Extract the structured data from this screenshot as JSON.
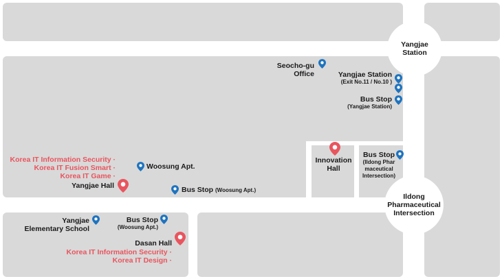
{
  "colors": {
    "block": "#d9d9d9",
    "road": "#ffffff",
    "blue_pin": "#1e73be",
    "red_pin": "#e8555e",
    "red_text": "#e8555e",
    "text": "#1a1a1a"
  },
  "intersections": {
    "yangjae_station": [
      "Yangjae",
      "Station"
    ],
    "ildong": [
      "Ildong",
      "Pharmaceutical",
      "Intersection"
    ]
  },
  "pois": {
    "seocho_office": [
      "Seocho-gu",
      "Office"
    ],
    "yangjae_station_exit": {
      "name": "Yangjae Station",
      "sub": "(Exit No.11 / No.10 )"
    },
    "bus_stop_yangjae": {
      "name": "Bus Stop",
      "sub": "(Yangjae Station)"
    },
    "innovation_hall": [
      "Innovation",
      "Hall"
    ],
    "bus_stop_ildong": {
      "name": "Bus Stop",
      "sub": [
        "(Ildong Phar",
        "maceutical",
        "Intersection)"
      ]
    },
    "woosung_apt": "Woosung Apt.",
    "bus_stop_woosung_east": {
      "name": "Bus Stop",
      "sub": "(Woosung Apt.)"
    },
    "yangjae_hall": {
      "schools": [
        "Korea IT Information Security",
        "Korea IT Fusion Smart",
        "Korea IT Game"
      ],
      "name": "Yangjae Hall"
    },
    "elementary_school": [
      "Yangjae",
      "Elementary School"
    ],
    "bus_stop_woosung_south": {
      "name": "Bus Stop",
      "sub": "(Woosung Apt.)"
    },
    "dasan_hall": {
      "name": "Dasan Hall",
      "schools": [
        "Korea IT Information Security",
        "Korea IT Design"
      ]
    },
    "bullet": "·"
  },
  "icons": {
    "blue": "map-pin-icon",
    "red": "location-pin-icon"
  }
}
